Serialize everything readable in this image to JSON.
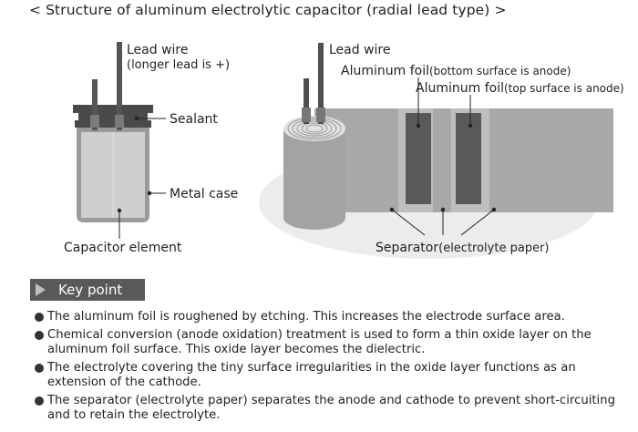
{
  "title": "< Structure of aluminum electrolytic capacitor (radial lead type) >",
  "left_diagram": {
    "lead_wire": "Lead wire",
    "lead_note": "(longer lead is +)",
    "sealant": "Sealant",
    "metal_case": "Metal case",
    "capacitor_element": "Capacitor element"
  },
  "right_diagram": {
    "lead_wire": "Lead wire",
    "foil_bottom": "Aluminum foil",
    "foil_bottom_note": "(bottom surface is anode)",
    "foil_top": "Aluminum foil",
    "foil_top_note": "(top surface is anode)",
    "separator": "Separator",
    "separator_note": "(electrolyte paper)"
  },
  "key_point": {
    "label": "Key point",
    "items": [
      "The aluminum foil is roughened by etching. This increases the electrode surface area.",
      "Chemical conversion (anode oxidation) treatment is used to form a thin oxide layer on the aluminum foil surface. This oxide layer becomes the dielectric.",
      "The electrolyte covering the tiny surface irregularities in the oxide layer functions as an extension of the cathode.",
      "The separator (electrolyte paper) separates the anode and cathode to prevent short-circuiting and to retain the electrolyte."
    ]
  },
  "colors": {
    "case_gray": "#9a9a9a",
    "element_gray": "#cfcfcf",
    "sealant_dark": "#4a4a4a",
    "foil_dark": "#595959",
    "paper_gray": "#a8a8a8",
    "shadow": "#ececec",
    "key_bg": "#595959"
  }
}
